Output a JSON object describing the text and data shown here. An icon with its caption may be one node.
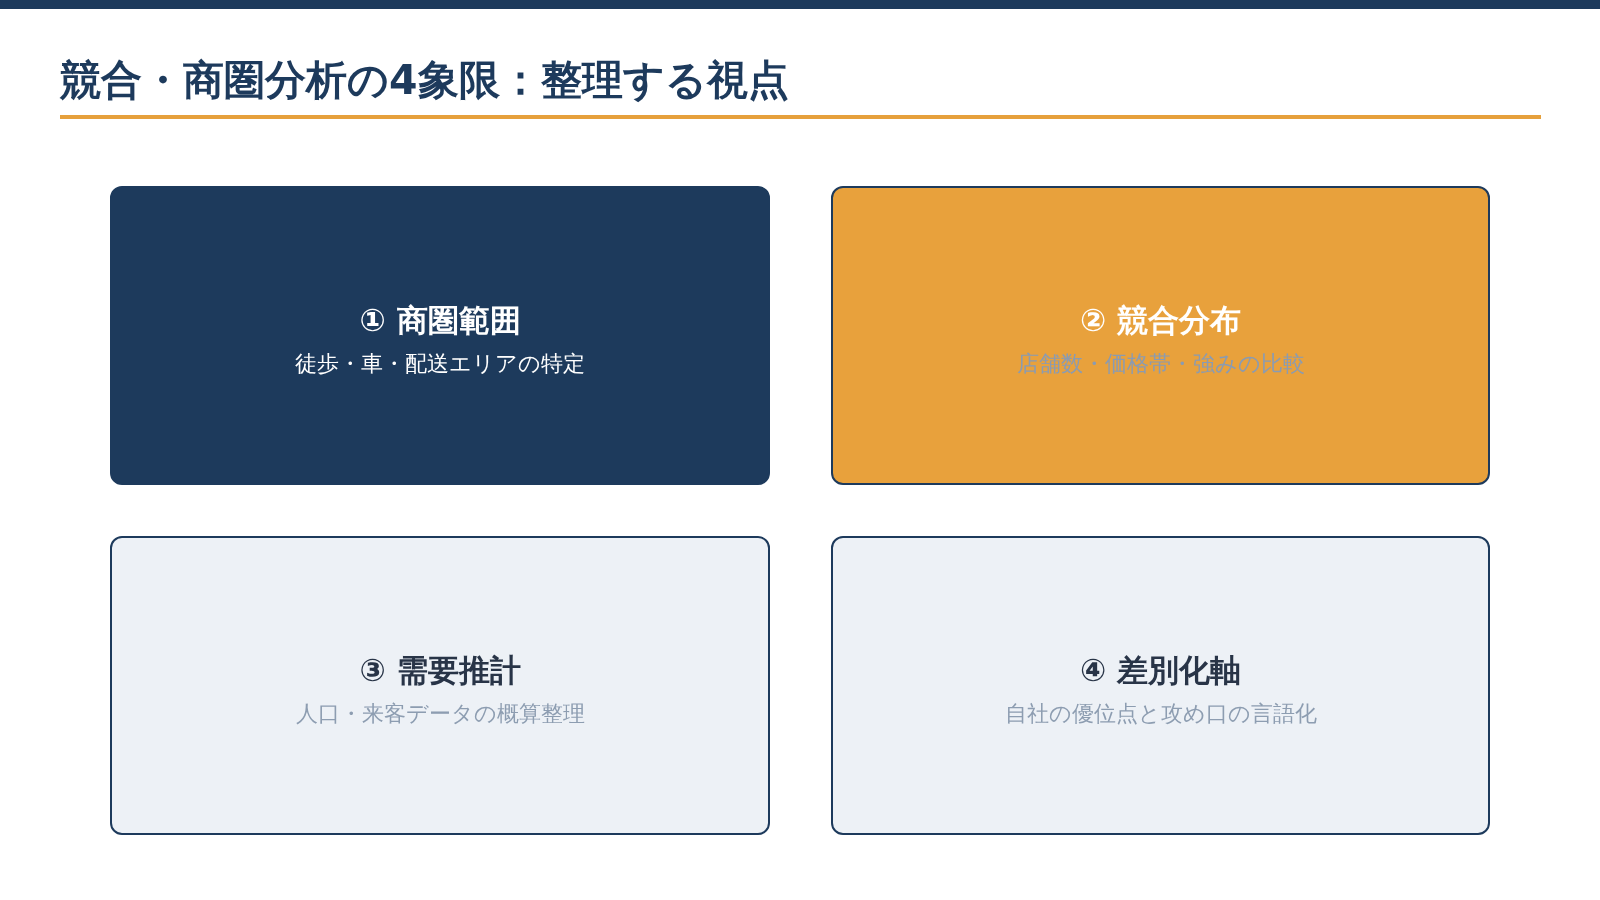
{
  "diagram": {
    "title": "競合・商圏分析の4象限：整理する視点",
    "nodes": [
      {
        "text": [
          "① 商圏範囲",
          "徒歩・車・配送エリアの特定"
        ]
      },
      {
        "text": [
          "② 競合分布",
          "店舗数・価格帯・強みの比較"
        ]
      },
      {
        "text": [
          "③ 需要推計",
          "人口・来客データの概算整理"
        ]
      },
      {
        "text": [
          "④ 差別化軸",
          "自社の優位点と攻め口の言語化"
        ]
      }
    ]
  }
}
